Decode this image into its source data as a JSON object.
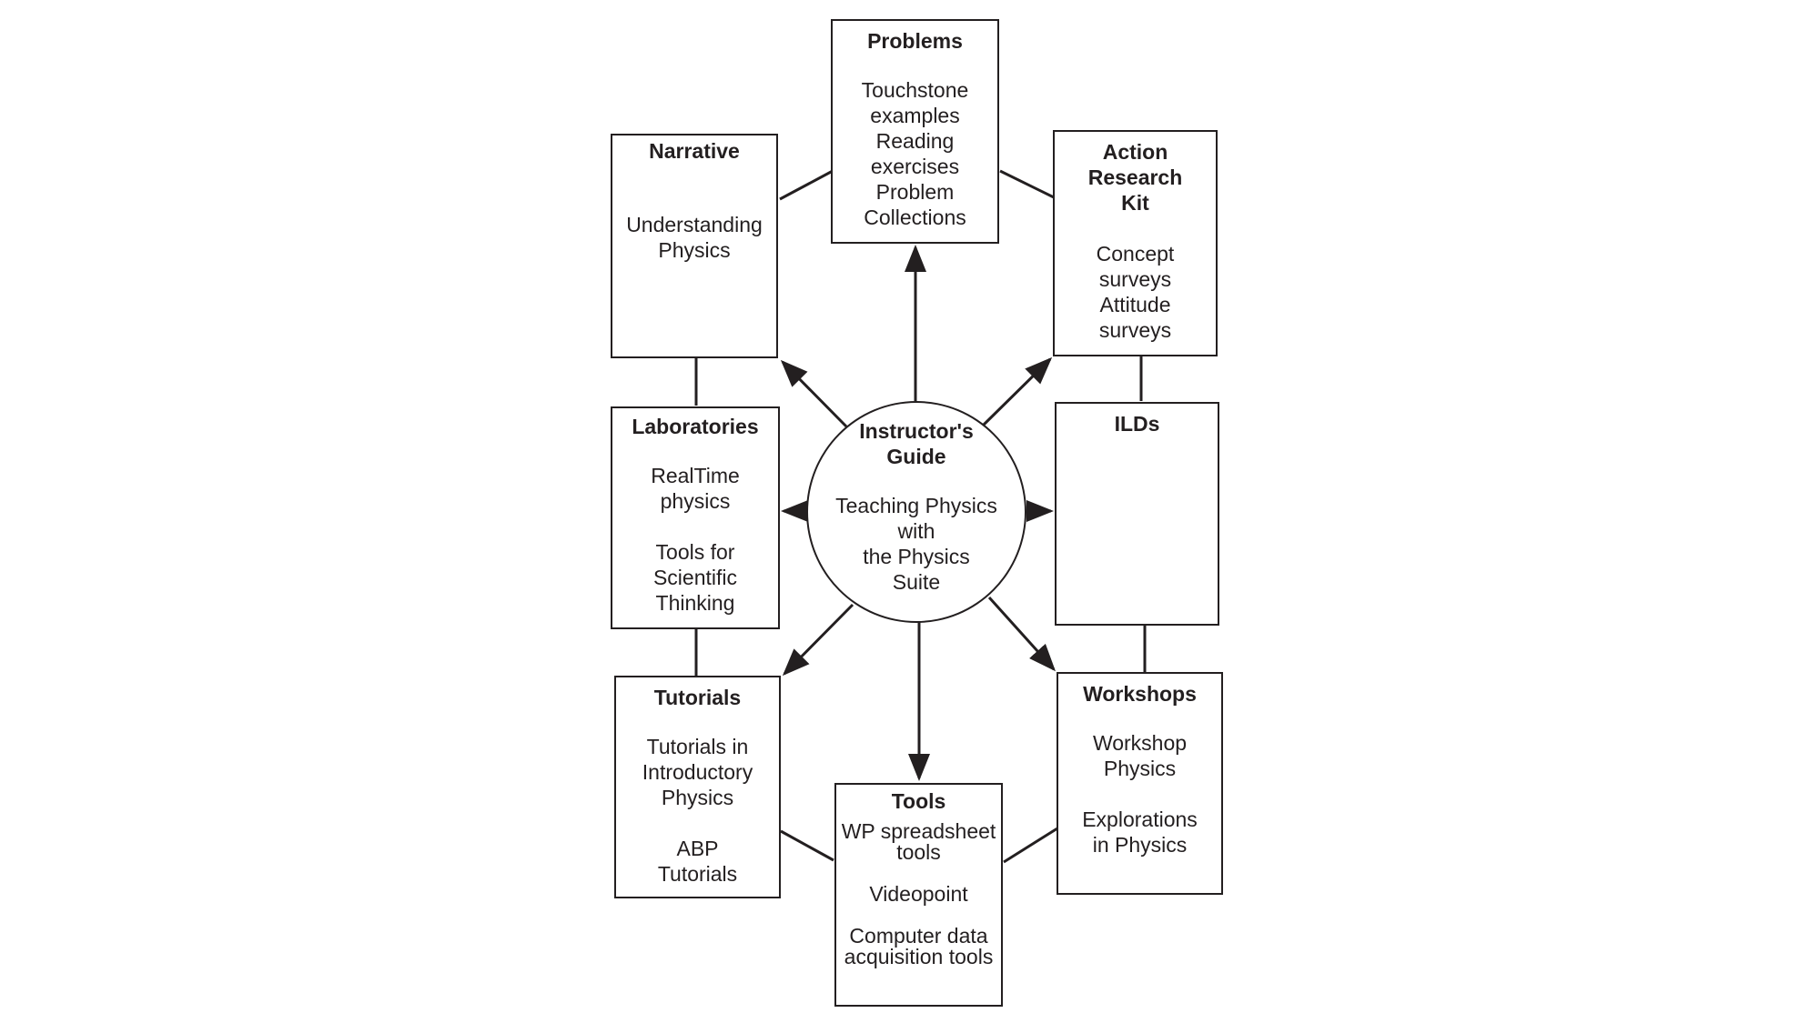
{
  "colors": {
    "stroke": "#231f20",
    "background": "#ffffff"
  },
  "center": {
    "title": "Instructor's\nGuide",
    "body": "Teaching Physics\nwith\nthe Physics\nSuite"
  },
  "boxes": {
    "problems": {
      "title": "Problems",
      "body": "Touchstone\nexamples\nReading\nexercises\nProblem\nCollections"
    },
    "narrative": {
      "title": "Narrative",
      "body": "Understanding\nPhysics"
    },
    "action_research_kit": {
      "title": "Action\nResearch\nKit",
      "body": "Concept\nsurveys\nAttitude\nsurveys"
    },
    "laboratories": {
      "title": "Laboratories",
      "body": "RealTime\nphysics\n\nTools for\nScientific\nThinking"
    },
    "ilds": {
      "title": "ILDs",
      "body": ""
    },
    "tutorials": {
      "title": "Tutorials",
      "body": "Tutorials in\nIntroductory\nPhysics\n\nABP\nTutorials"
    },
    "workshops": {
      "title": "Workshops",
      "body": "Workshop\nPhysics\n\nExplorations\nin Physics"
    },
    "tools": {
      "title": "Tools",
      "body1": "WP spreadsheet\ntools",
      "body2": "Videopoint",
      "body3": "Computer data\nacquisition tools"
    }
  }
}
